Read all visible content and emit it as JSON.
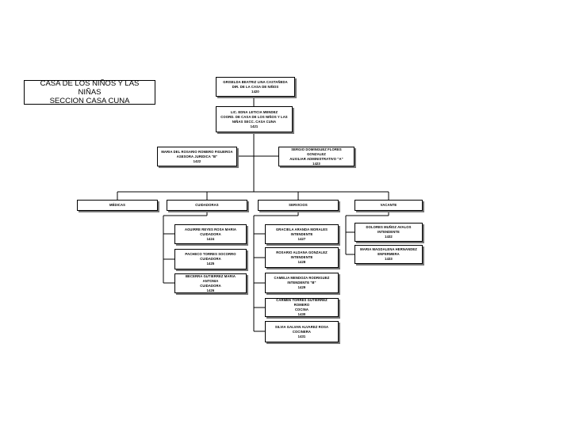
{
  "title": {
    "line1": "CASA DE LOS NIÑOS Y LAS NIÑAS",
    "line2": "SECCION CASA CUNA"
  },
  "nodes": {
    "director": [
      "GRISELDA BEATRIZ LINA CASTAÑEDA",
      "DIR. DE LA CASA DE NIÑOS",
      "1420"
    ],
    "subdirector": [
      "LIC. EDNA LETICIA MENDEZ",
      "COORD. DE CASA DE LOS NIÑOS Y LAS",
      "NIÑAS SECC. CASA CUNA",
      "1421"
    ],
    "staff_left": [
      "MARIA DEL ROSARIO ROMERO FIGUEROA",
      "ASESORA JURIDICA \"B\"",
      "1422"
    ],
    "staff_right": [
      "SERGIO DOMINGUEZ FLORES GONZALEZ",
      "AUXILIAR ADMINISTRATIVO \"A\"",
      "1423"
    ],
    "branch_1": [
      "MÉDICAS"
    ],
    "branch_2": [
      "CUIDADORAS"
    ],
    "branch_3": [
      "SERVICIOS"
    ],
    "branch_4": [
      "VACANTE"
    ],
    "c2_1": [
      "AGUIRRE REYES ROSA MARIA",
      "CUIDADORA",
      "1424"
    ],
    "c2_2": [
      "PACHECO TORRES SOCORRO",
      "CUIDADORA",
      "1425"
    ],
    "c2_3": [
      "BECERRA GUTIERREZ MARIA ANTONIA",
      "CUIDADORA",
      "1426"
    ],
    "c3_1": [
      "GRACIELA ARANDA MORALES",
      "INTENDENTE",
      "1427"
    ],
    "c3_2": [
      "ROSARIO ALDANA GONZALEZ",
      "INTENDENTE",
      "1428"
    ],
    "c3_3": [
      "CAMELIA MENDOZA RODRIGUEZ",
      "INTENDENTE \"B\"",
      "1429"
    ],
    "c3_4": [
      "CARMEN TORRES GUTIERREZ ROMERO",
      "COCINA",
      "1430"
    ],
    "c3_5": [
      "SILVIA GALVAN ALVAREZ ROSA",
      "COCINERA",
      "1431"
    ],
    "c4_1": [
      "DOLORES MUÑOZ AVALOS",
      "INTENDENTE",
      "1432"
    ],
    "c4_2": [
      "MARIA MAGDALENA HERNANDEZ",
      "ENFERMERA",
      "1433"
    ]
  }
}
